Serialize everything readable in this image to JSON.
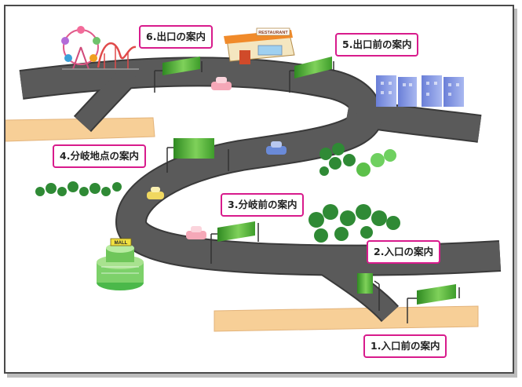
{
  "callouts": {
    "exit": "6.出口の案内",
    "before_exit": "5.出口前の案内",
    "branch_point": "4.分岐地点の案内",
    "before_branch": "3.分岐前の案内",
    "entrance": "2.入口の案内",
    "before_entrance": "1.入口前の案内"
  },
  "shops": {
    "restaurant_sign": "RESTAURANT",
    "mall_sign": "MALL"
  },
  "colors": {
    "road": "#5a5a5a",
    "road_edge": "#3a3a3a",
    "highlight": "#f7cf97",
    "sign_green": "#3e9d2b",
    "callout_border": "#d81b8c",
    "tree": "#2f8a35"
  }
}
